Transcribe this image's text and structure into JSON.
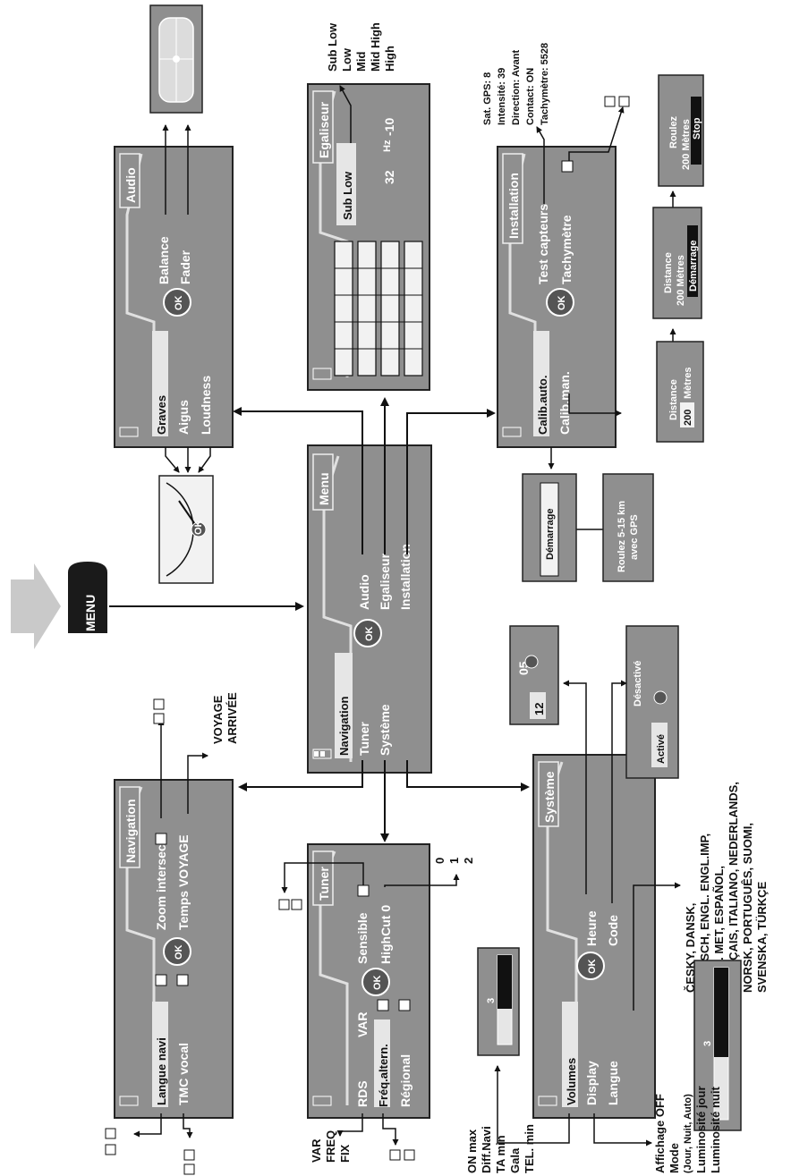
{
  "menu_key": "MENU",
  "main": {
    "title": "Menu",
    "left": [
      "Navigation",
      "Tuner",
      "Système"
    ],
    "right": [
      "Audio",
      "Egaliseur",
      "Installation"
    ],
    "ok": "OK"
  },
  "navigation": {
    "title": "Navigation",
    "left": [
      "Langue navi",
      "TMC vocal"
    ],
    "right": [
      "Zoom intersect.",
      "Temps   VOYAGE"
    ],
    "ok": "OK",
    "voyage_options": [
      "VOYAGE",
      "ARRIVÉE"
    ]
  },
  "tuner": {
    "title": "Tuner",
    "left": [
      "RDS",
      "Fréq.altern.",
      "Régional"
    ],
    "mid": "VAR",
    "right": [
      "Sensible",
      "HighCut  0"
    ],
    "ok": "OK",
    "highcut_options": [
      "0",
      "1",
      "2"
    ],
    "rds_options": [
      "VAR",
      "FREQ",
      "FIX"
    ]
  },
  "systeme": {
    "title": "Système",
    "left": [
      "Volumes",
      "Display",
      "Langue"
    ],
    "right": [
      "Heure",
      "Code"
    ],
    "ok": "OK",
    "volume_options": [
      "ON max",
      "Diff.Navi",
      "TA min",
      "Gala",
      "TEL. min"
    ],
    "display_options": [
      "Affichage OFF",
      "Mode",
      "(Jour, Nuit, Auto)",
      "Luminosité jour",
      "Luminosité nuit"
    ],
    "languages": [
      "ČESKY, DANSK,",
      "DEUTSCH, ENGL. ENGL.IMP,",
      "ENGL. MET, ESPAÑOL,",
      "FRANÇAIS, ITALIANO, NEDERLANDS,",
      "NORSK, PORTUGUÊS, SUOMI,",
      "SVENSKA, TÜRKÇE"
    ],
    "clock": [
      "12",
      "05"
    ],
    "code": {
      "on": "Activé",
      "off": "Désactivé"
    },
    "bar_value": "3"
  },
  "audio": {
    "title": "Audio",
    "left": [
      "Graves",
      "Aigus",
      "Loudness"
    ],
    "right": [
      "Balance",
      "Fader"
    ],
    "ok": "OK",
    "dial_label": "OK"
  },
  "egaliseur": {
    "title": "Egaliseur",
    "band": "Sub Low",
    "freq": "32",
    "unit": "Hz",
    "gain": "-10",
    "bands": [
      "Sub Low",
      "Low",
      "Mid",
      "Mid High",
      "High"
    ]
  },
  "installation": {
    "title": "Installation",
    "left": [
      "Calib.auto.",
      "Calib.man."
    ],
    "right": [
      "Test capteurs",
      "Tachymètre"
    ],
    "ok": "OK",
    "sensors": [
      "Sat. GPS:  8",
      "Intensité:  39",
      "Direction:  Avant",
      "Contact:  ON",
      "Tachymètre:  5528"
    ],
    "demarrage": "Démarrage",
    "roulez_gps": [
      "Roulez 5-15 km",
      "avec GPS"
    ],
    "distance": {
      "label": "Distance",
      "value": "200",
      "unit": "Mètres"
    },
    "distance_start": [
      "Distance",
      "200 Mètres",
      "Démarrage"
    ],
    "distance_stop": [
      "Roulez",
      "200 Mètres",
      "Stop"
    ]
  }
}
